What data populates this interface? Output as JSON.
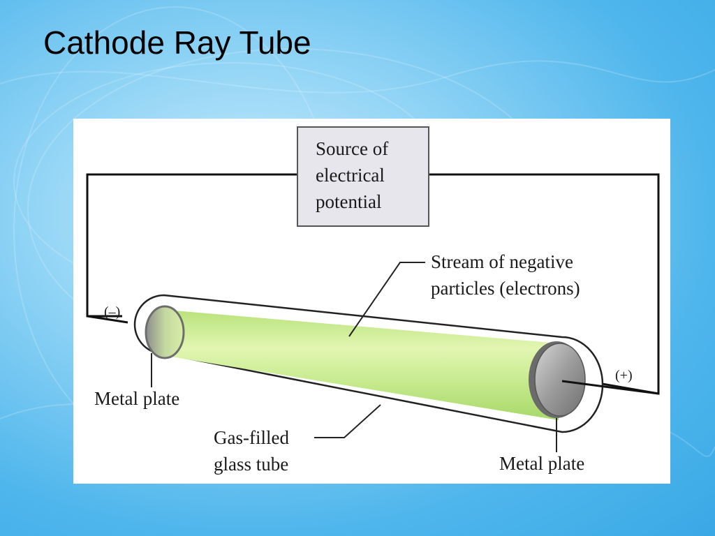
{
  "slide": {
    "title": "Cathode Ray Tube"
  },
  "diagram": {
    "source_label": [
      "Source of",
      "electrical",
      "potential"
    ],
    "stream_label": [
      "Stream of negative",
      "particles (electrons)"
    ],
    "negative_terminal": "(–)",
    "positive_terminal": "(+)",
    "left_plate_label": "Metal plate",
    "right_plate_label": "Metal plate",
    "tube_label": [
      "Gas-filled",
      "glass tube"
    ],
    "colors": {
      "beam": "#c8ec8a",
      "beam_core": "#e4f7b8",
      "source_box": "#e6e6ec",
      "plate": "#9a9a9a",
      "wire": "#111111"
    }
  }
}
